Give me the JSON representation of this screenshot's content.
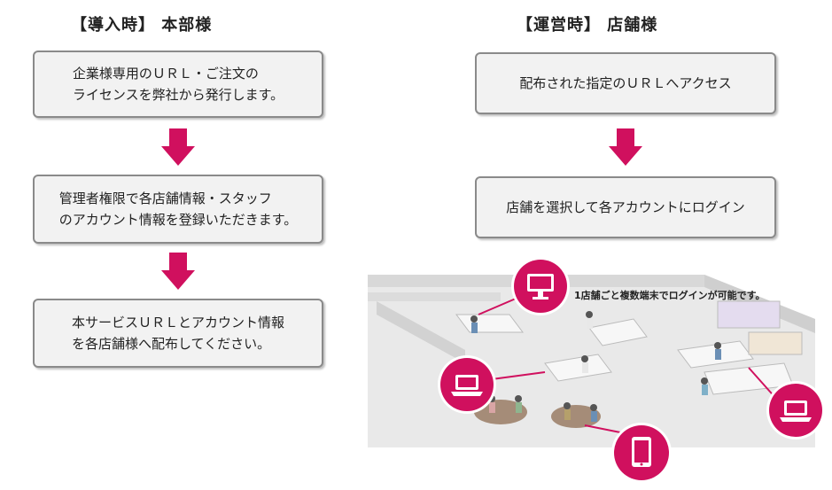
{
  "left": {
    "heading": "【導入時】 本部様",
    "steps": [
      "企業様専用のＵＲＬ・ご注文の\nライセンスを弊社から発行します。",
      "管理者権限で各店舗情報・スタッフ\nのアカウント情報を登録いただきます。",
      "本サービスＵＲＬとアカウント情報\nを各店舗様へ配布してください。"
    ]
  },
  "right": {
    "heading": "【運営時】 店舗様",
    "steps": [
      "配布された指定のＵＲＬへアクセス",
      "店舗を選択して各アカウントにログイン"
    ],
    "illustration_caption": "1店舗ごと複数端末でログインが可能です。"
  },
  "colors": {
    "arrow": "#d0105e",
    "device_badge": "#d0105e",
    "box_border": "#8a8a8a",
    "box_fill": "#f2f2f2"
  },
  "icons": [
    "down-arrow-icon",
    "monitor-icon",
    "laptop-icon",
    "tablet-icon"
  ]
}
